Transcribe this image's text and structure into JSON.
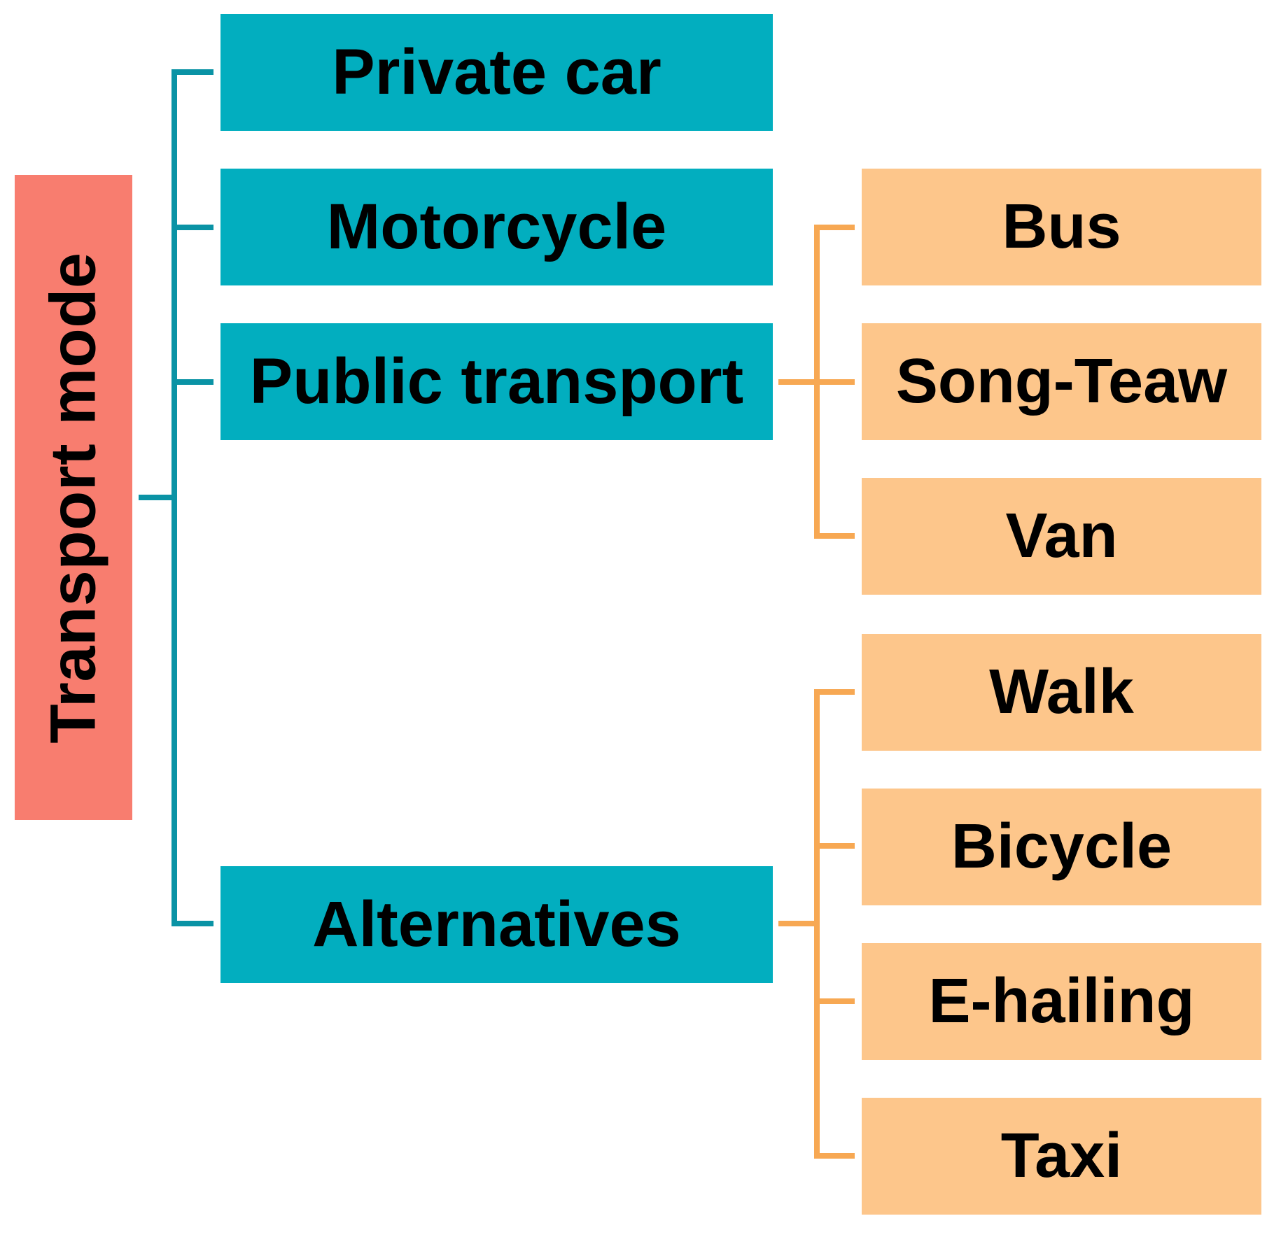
{
  "colors": {
    "root_fill": "#F87D6F",
    "category_fill": "#02AEBF",
    "subcategory_fill": "#FDC68B",
    "root_connector": "#0A93A5",
    "sub_connector": "#F7A853"
  },
  "root": {
    "label": "Transport mode"
  },
  "categories": [
    {
      "label": "Private car"
    },
    {
      "label": "Motorcycle"
    },
    {
      "label": "Public transport"
    },
    {
      "label": "Alternatives"
    }
  ],
  "public_transport_modes": [
    {
      "label": "Bus"
    },
    {
      "label": "Song-Teaw"
    },
    {
      "label": "Van"
    }
  ],
  "alternative_modes": [
    {
      "label": "Walk"
    },
    {
      "label": "Bicycle"
    },
    {
      "label": "E-hailing"
    },
    {
      "label": "Taxi"
    }
  ]
}
